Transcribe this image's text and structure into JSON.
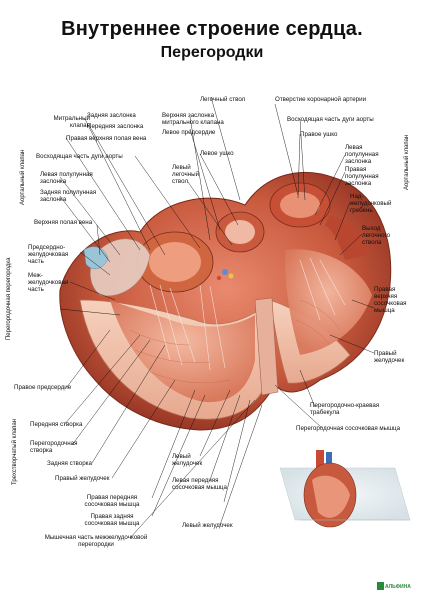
{
  "title": "Внутреннее строение сердца.",
  "subtitle": "Перегородки",
  "labels": {
    "mitral_valve": "Митральный\nклапан",
    "posterior_cusp": "Задняя заслонка",
    "anterior_cusp": "Передняя заслонка",
    "right_pulmonary_vein": "Правая верхняя полая вена",
    "ascending_aorta_left": "Восходящая часть дуги аорты",
    "left_semilunar_cusp": "Левая полулунная\nзаслонка",
    "posterior_semilunar_cusp": "Задняя полулунная\nзаслонка",
    "superior_vena_cava": "Верхняя полая вена",
    "atrioventricular_part": "Предсердно-\nжелудочковая\nчасть",
    "interventricular_part": "Меж-\nжелудочковая\nчасть",
    "right_atrium": "Правое предсердие",
    "anterior_cusp_tri": "Передняя створка",
    "septal_cusp": "Перегородочная\nстворка",
    "posterior_cusp_tri": "Задняя створка",
    "right_ventricle_bottom": "Правый желудочек",
    "right_ant_papillary": "Правая передняя\nсосочковая мышца",
    "right_post_papillary": "Правая задняя\nсосочковая мышца",
    "muscular_septum": "Мышечная часть межжелудочковой\nперегородки",
    "upper_mitral_cusp": "Верхняя заслонка\nмитрального клапана",
    "left_atrium": "Левое предсердие",
    "pulmonary_trunk": "Легочный ствол",
    "left_ear": "Левое ушко",
    "left_pulmonary_trunk": "Левый\nлегочный\nствол",
    "coronary_opening": "Отверстие коронарной артерии",
    "ascending_aorta_right": "Восходящая часть дуги аорты",
    "right_ear": "Правое ушко",
    "left_semilunar_right": "Левая\nполулунная\nзаслонка",
    "right_semilunar": "Правая\nполулунная\nзаслонка",
    "supraventricular_crest": "Над-\nжелудочковый\nгребень",
    "pulmonary_outlet": "Выход\nлегочного\nствола",
    "right_upper_papillary": "Правая\nверхняя\nсосочковая\nмышца",
    "right_ventricle_right": "Правый\nжелудочек",
    "septomarginal_trabecula": "Перегородочно-краевая\nтрабекула",
    "septal_papillary": "Перегородочная сосочковая мышца",
    "left_ventricle_mid": "Левый\nжелудочек",
    "left_ant_papillary": "Левая передняя\nсосочковая мышца",
    "left_ventricle_bottom": "Левый желудочек"
  },
  "side_labels": {
    "aortic_valve_left": "Аортальный\nклапан",
    "interatrial_septum": "Перегородочная перегородка",
    "tricuspid_valve": "Трехстворчатый клапан",
    "aortic_valve_right": "Аортальный\nклапан"
  },
  "brand": "АЛЬФИНА"
}
